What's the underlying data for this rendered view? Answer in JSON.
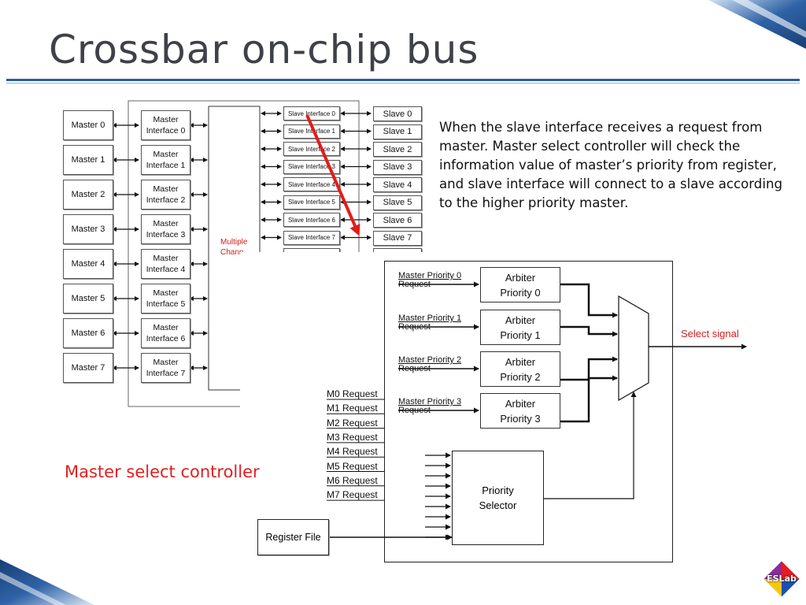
{
  "slide": {
    "title": "Crossbar on-chip bus",
    "description": "When the slave interface receives a request from master. Master select controller will check the information value of master’s priority from register, and slave interface will connect to a slave according to the higher priority master.",
    "caption": "Master select controller",
    "logo_text": "ESLab"
  },
  "crossbar": {
    "masters": [
      "Master 0",
      "Master 1",
      "Master 2",
      "Master 3",
      "Master 4",
      "Master 5",
      "Master 6",
      "Master 7"
    ],
    "master_interfaces": [
      {
        "line1": "Master",
        "line2": "Interface 0"
      },
      {
        "line1": "Master",
        "line2": "Interface 1"
      },
      {
        "line1": "Master",
        "line2": "Interface 2"
      },
      {
        "line1": "Master",
        "line2": "Interface 3"
      },
      {
        "line1": "Master",
        "line2": "Interface 4"
      },
      {
        "line1": "Master",
        "line2": "Interface 5"
      },
      {
        "line1": "Master",
        "line2": "Interface 6"
      },
      {
        "line1": "Master",
        "line2": "Interface 7"
      }
    ],
    "slave_interfaces": [
      "Slave Interface 0",
      "Slave Interface 1",
      "Slave Interface 2",
      "Slave Interface 3",
      "Slave Interface 4",
      "Slave Interface 5",
      "Slave Interface 6",
      "Slave Interface 7"
    ],
    "slaves": [
      "Slave 0",
      "Slave 1",
      "Slave 2",
      "Slave 3",
      "Slave 4",
      "Slave 5",
      "Slave 6",
      "Slave 7"
    ],
    "channel_label_1": "Multiple",
    "channel_label_2": "Chann"
  },
  "controller": {
    "priority_requests": [
      {
        "line1": "Master  Priority  0",
        "line2": "Request"
      },
      {
        "line1": "Master  Priority  1",
        "line2": "Request"
      },
      {
        "line1": "Master  Priority  2",
        "line2": "Request"
      },
      {
        "line1": "Master  Priority  3",
        "line2": "Request"
      }
    ],
    "arbiters": [
      {
        "line1": "Arbiter",
        "line2": "Priority 0"
      },
      {
        "line1": "Arbiter",
        "line2": "Priority 1"
      },
      {
        "line1": "Arbiter",
        "line2": "Priority 2"
      },
      {
        "line1": "Arbiter",
        "line2": "Priority 3"
      }
    ],
    "select_signal": "Select signal",
    "master_requests": [
      "M0  Request",
      "M1  Request",
      "M2  Request",
      "M3  Request",
      "M4  Request",
      "M5  Request",
      "M6  Request",
      "M7  Request"
    ],
    "priority_selector_1": "Priority",
    "priority_selector_2": "Selector",
    "register_file": "Register File"
  },
  "colors": {
    "title": "#3f4148",
    "rule": "#2d5e96",
    "accent_red": "#e02020",
    "corner_blue": "#1f4f8a"
  }
}
